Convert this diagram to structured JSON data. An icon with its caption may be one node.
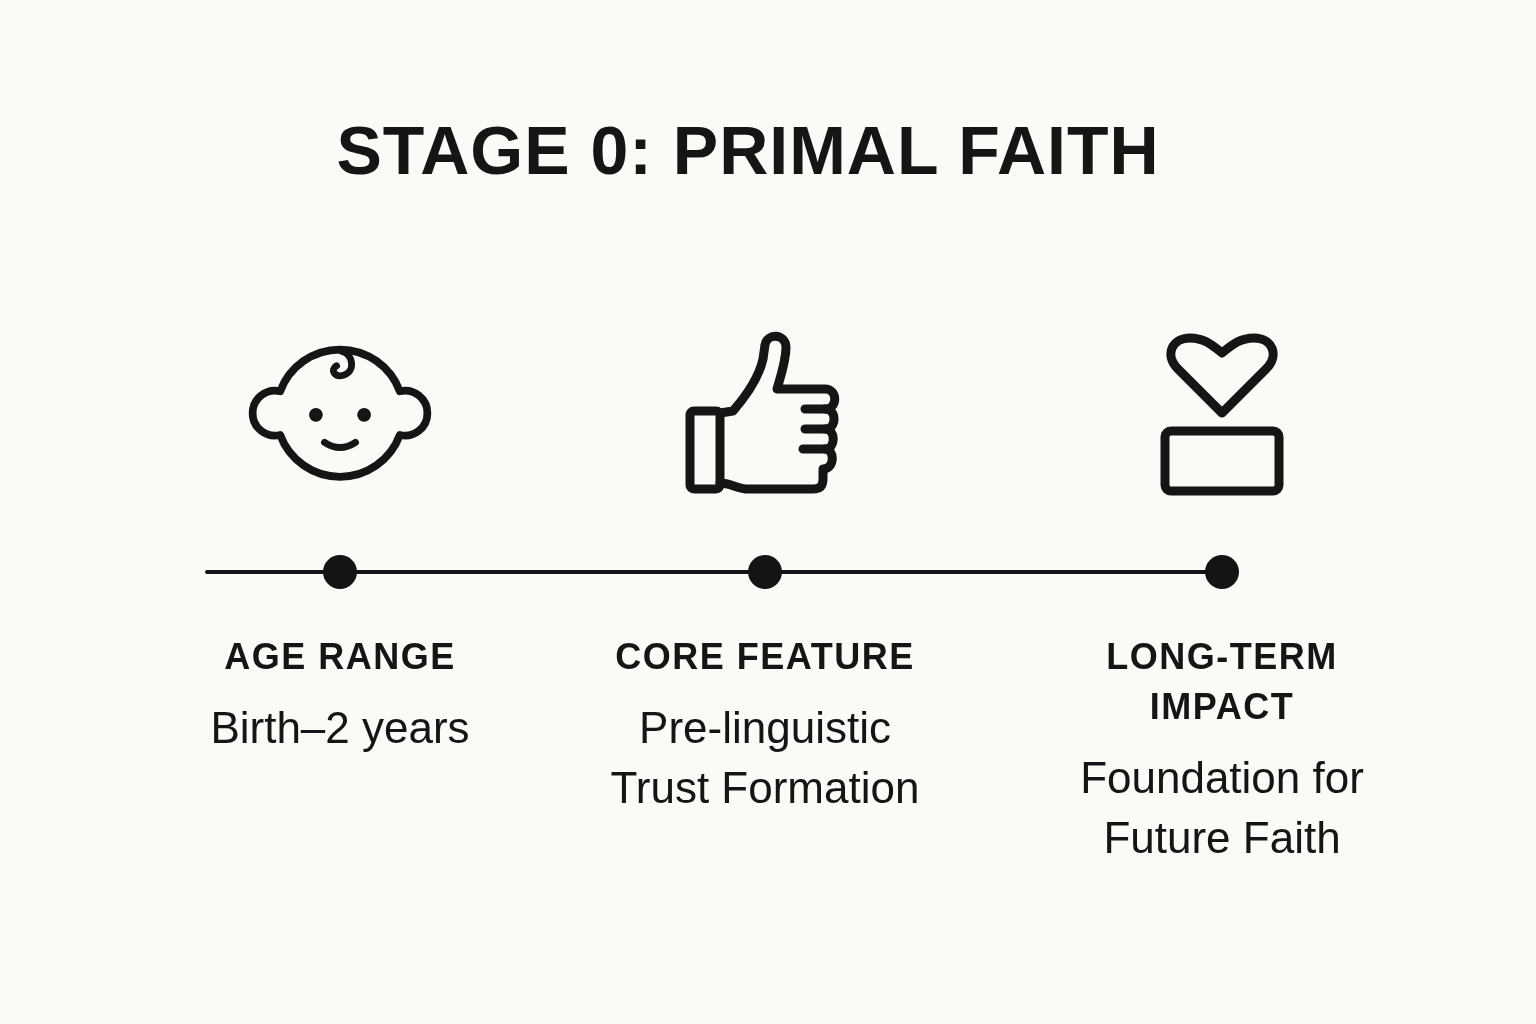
{
  "diagram": {
    "title": "STAGE 0: PRIMAL FAITH",
    "nodes": [
      {
        "text": [],
        "shape": "circle",
        "beside": [
          "AGE RANGE",
          "Birth–2 years"
        ]
      },
      {
        "text": [],
        "shape": "circle",
        "beside": [
          "CORE FEATURE",
          "Pre-linguistic Trust Formation"
        ]
      },
      {
        "text": [],
        "shape": "circle",
        "beside": [
          "LONG-TERM IMPACT",
          "Foundation for Future Faith"
        ]
      }
    ],
    "edges": [
      {
        "from": null,
        "to": 0,
        "arrow": "none"
      },
      {
        "from": 0,
        "to": 1,
        "arrow": "none"
      },
      {
        "from": 1,
        "to": 2,
        "arrow": "none"
      }
    ]
  }
}
